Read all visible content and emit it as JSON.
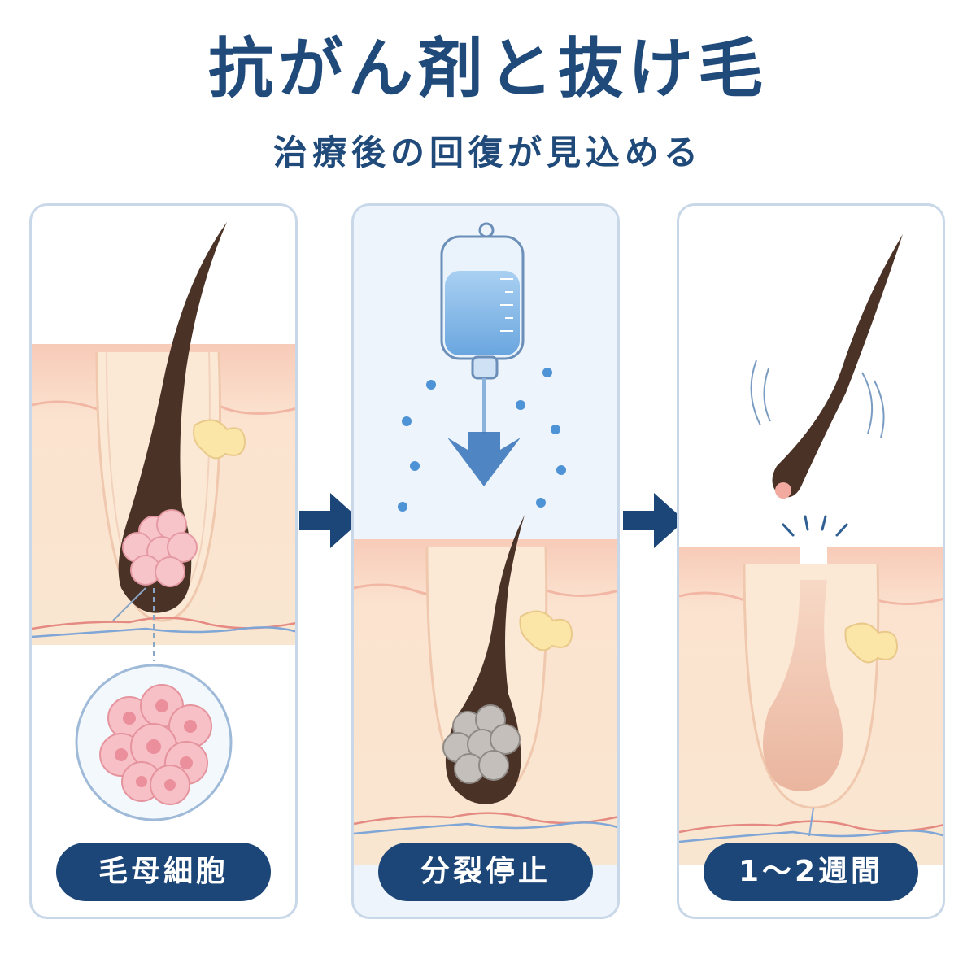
{
  "title": "抗がん剤と抜け毛",
  "subtitle": "治療後の回復が見込める",
  "panels": [
    {
      "label": "毛母細胞"
    },
    {
      "label": "分裂停止"
    },
    {
      "label": "1～2週間"
    }
  ],
  "colors": {
    "heading": "#1f4a7a",
    "pill": "#1c4677",
    "panel_border": "#c9d8e8",
    "skin": "#f8e0c6",
    "skin_top": "#f4c4b2",
    "hair": "#4a3226",
    "matrix_cells": "#f4b9c0",
    "arrested_cells": "#b8b4b0",
    "drip_fluid": "#7fb6e6"
  },
  "icons": [
    "iv-drip-bag-icon",
    "down-arrow-icon",
    "right-arrow-icon",
    "falling-hair-icon",
    "magnifier-circle-icon"
  ]
}
